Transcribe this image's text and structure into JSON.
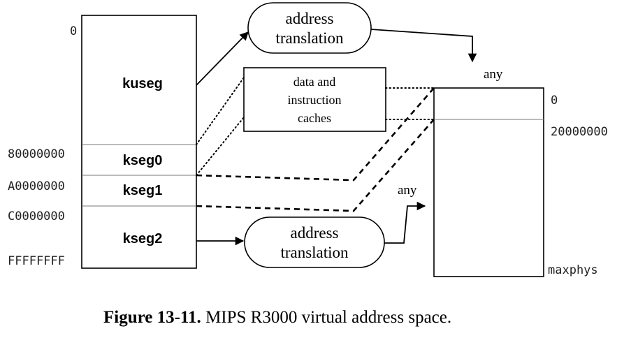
{
  "virtual_space": {
    "addresses": {
      "zero": "0",
      "kseg0_start": "80000000",
      "kseg1_start": "A0000000",
      "kseg2_start": "C0000000",
      "end": "FFFFFFFF"
    },
    "segments": {
      "kuseg": "kuseg",
      "kseg0": "kseg0",
      "kseg1": "kseg1",
      "kseg2": "kseg2"
    }
  },
  "translation_top": {
    "line1": "address",
    "line2": "translation"
  },
  "translation_bottom": {
    "line1": "address",
    "line2": "translation"
  },
  "caches": {
    "line1": "data and",
    "line2": "instruction",
    "line3": "caches"
  },
  "physical_space": {
    "zero": "0",
    "boundary": "20000000",
    "max": "maxphys"
  },
  "any_labels": {
    "top": "any",
    "bottom": "any"
  },
  "caption": {
    "figure": "Figure 13-11.",
    "text": " MIPS R3000 virtual address space."
  }
}
